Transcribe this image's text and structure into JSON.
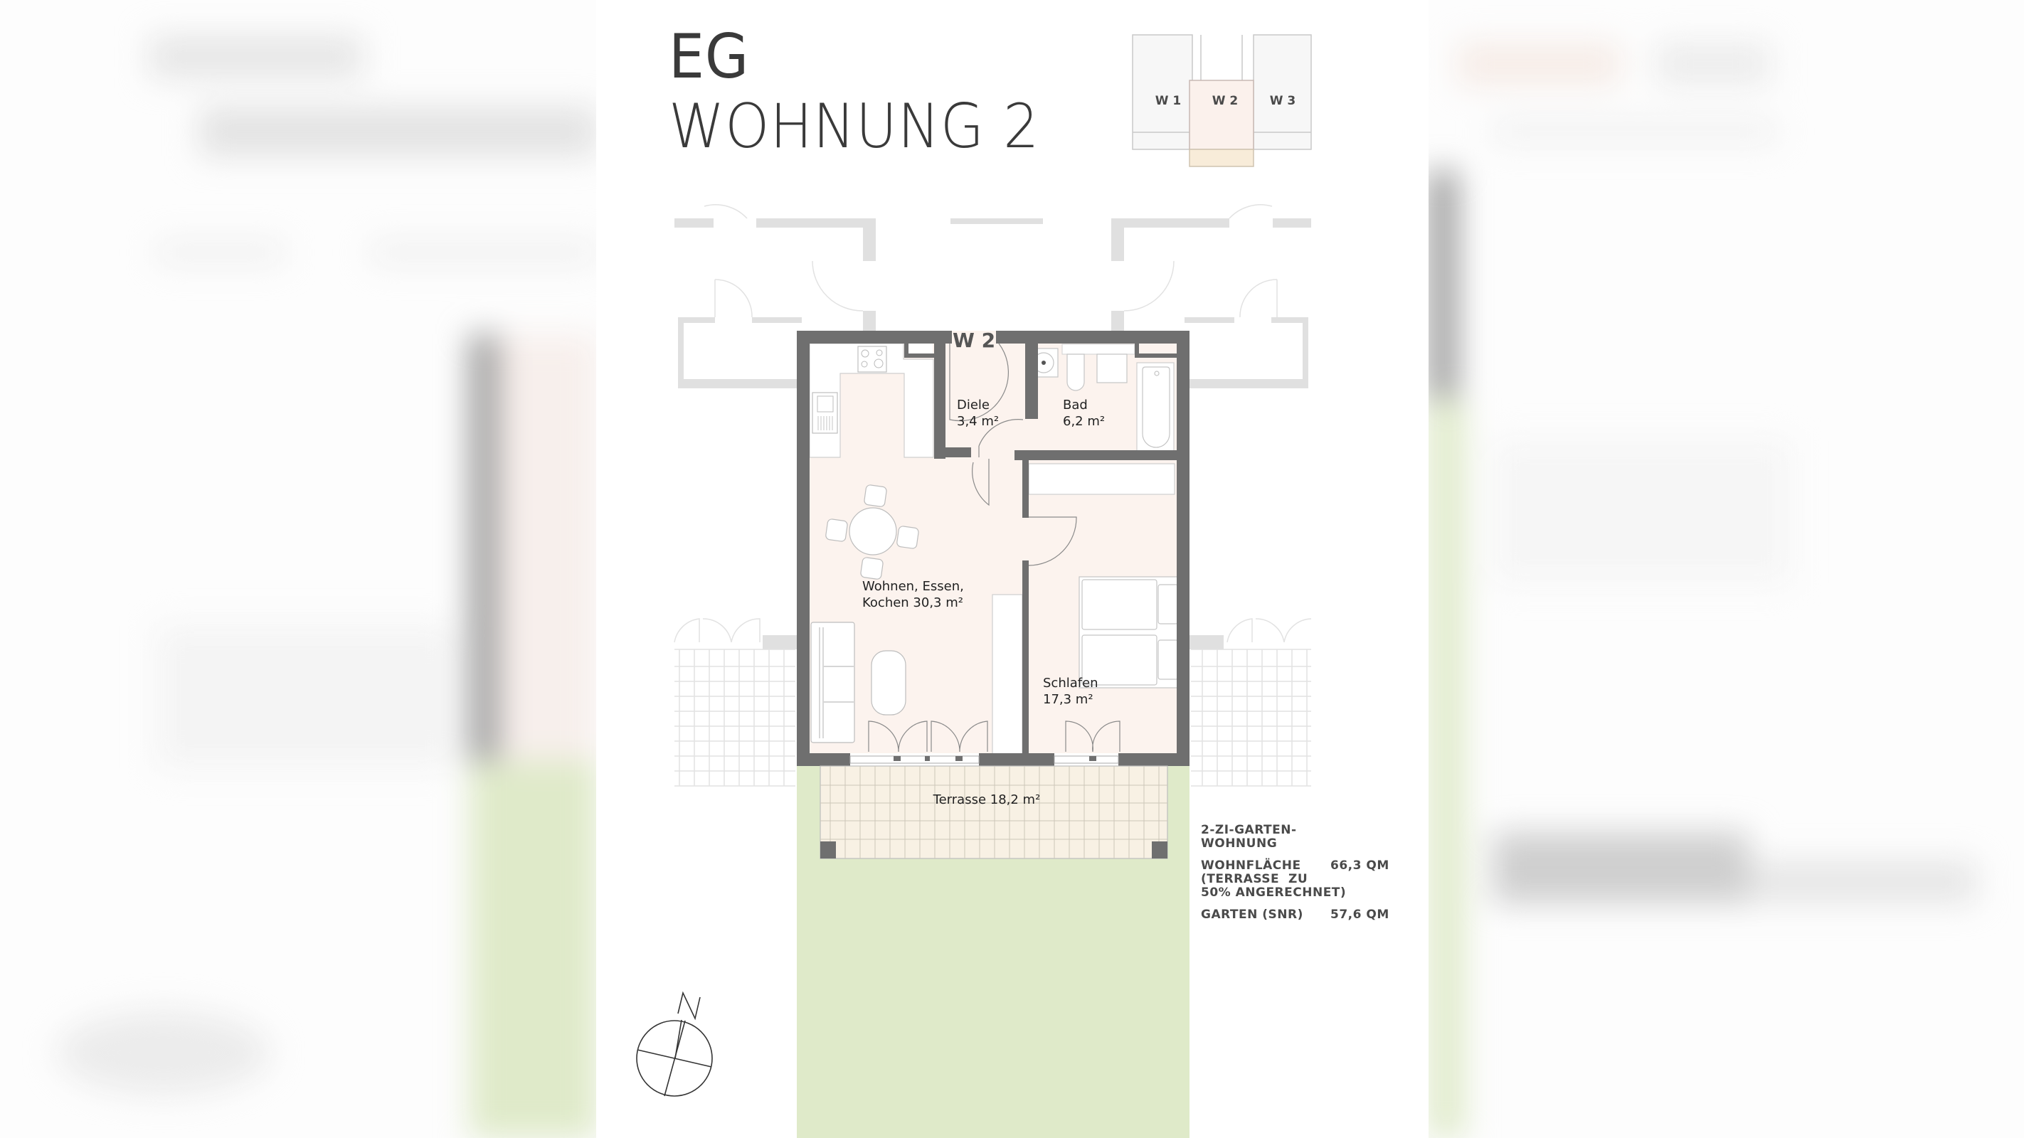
{
  "header": {
    "floor": "EG",
    "unit": "WOHNUNG 2"
  },
  "keyplan": {
    "units": [
      {
        "label": "W 1",
        "highlighted": false
      },
      {
        "label": "W 2",
        "highlighted": true
      },
      {
        "label": "W 3",
        "highlighted": false
      }
    ]
  },
  "plan": {
    "unit_tag": "W 2",
    "rooms": [
      {
        "name": "Diele",
        "area": "3,4 m²"
      },
      {
        "name": "Bad",
        "area": "6,2 m²"
      },
      {
        "name": "Wohnen, Essen,",
        "name2": "Kochen 30,3 m²"
      },
      {
        "name": "Schlafen",
        "area": "17,3 m²"
      },
      {
        "name": "Terrasse 18,2 m²"
      }
    ],
    "compass_label": "N"
  },
  "info": {
    "type_line1": "2-ZI-GARTEN-",
    "type_line2": "WOHNUNG",
    "wohnflaeche_label": "WOHNFLÄCHE",
    "wohnflaeche_value": "66,3 QM",
    "note_line1": "(TERRASSE  ZU",
    "note_line2": "50% ANGERECHNET)",
    "garten_label": "GARTEN (SNR)",
    "garten_value": "57,6 QM"
  },
  "colors": {
    "wall": "#6f6f6f",
    "floor": "#fcf3ee",
    "terrace": "#f8f1e4",
    "garden": "#dfeac9",
    "neighbor": "#dedede",
    "text": "#222222"
  }
}
